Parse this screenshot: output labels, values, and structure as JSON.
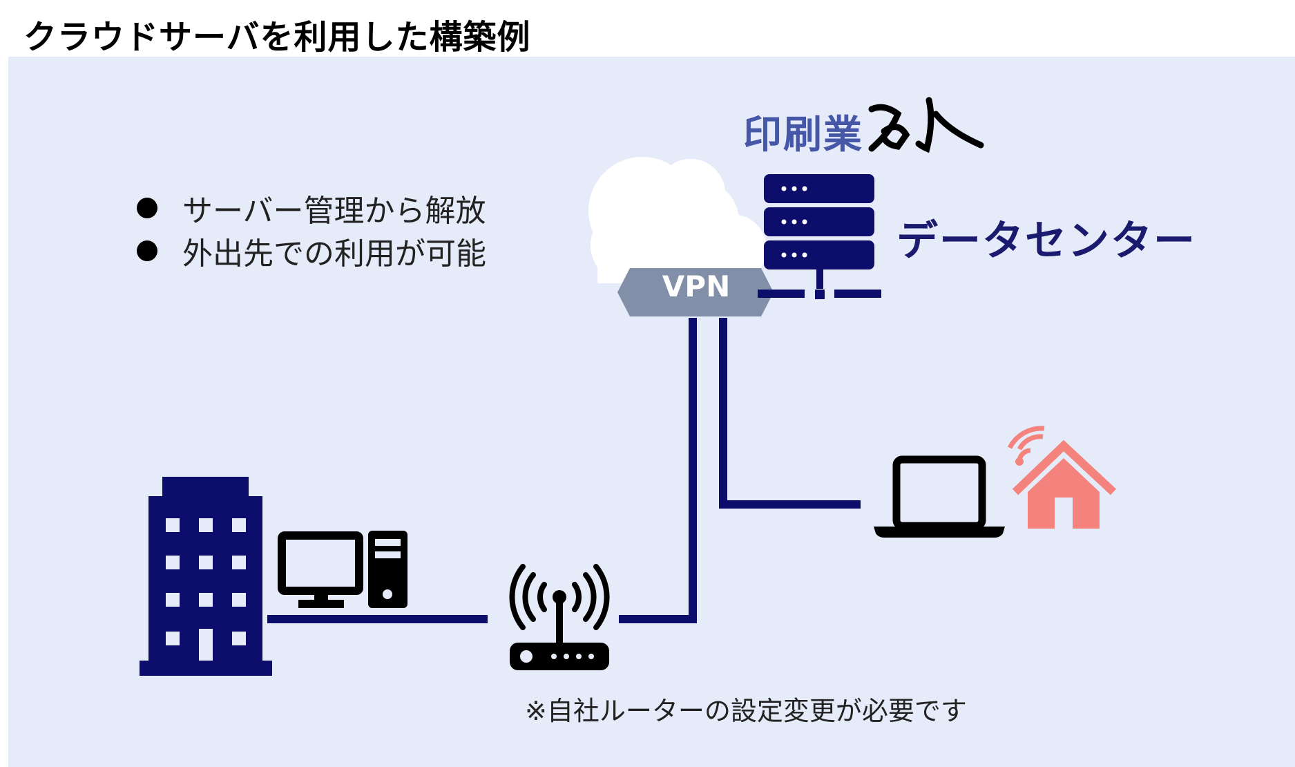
{
  "title": "クラウドサーバを利用した構築例",
  "bullets": [
    "サーバー管理から解放",
    "外出先での利用が可能"
  ],
  "logo": {
    "text": "印刷業",
    "script_text": "名人"
  },
  "datacenter_label": "データセンター",
  "vpn_label": "VPN",
  "note": "※自社ルーターの設定変更が必要です",
  "colors": {
    "background": "#e5ebf8",
    "navy": "#0d0d6b",
    "vpn_badge": "#8190a8",
    "home": "#f5837d",
    "logo_blue": "#4657a8"
  },
  "icons": [
    "cloud-icon",
    "server-rack-icon",
    "building-icon",
    "desktop-pc-icon",
    "wifi-router-icon",
    "laptop-icon",
    "home-wifi-icon"
  ]
}
